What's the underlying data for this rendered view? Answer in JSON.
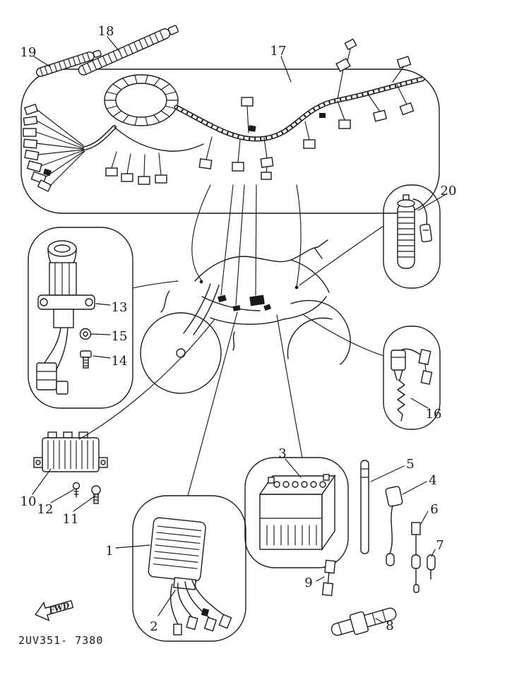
{
  "diagram": {
    "callouts": [
      "1",
      "2",
      "3",
      "4",
      "5",
      "6",
      "7",
      "8",
      "9",
      "10",
      "11",
      "12",
      "13",
      "14",
      "15",
      "16",
      "17",
      "18",
      "19",
      "20"
    ],
    "fwd_label": "FWD",
    "footer_code": "2UV351- 7380",
    "ink_color": "#1a1a1a",
    "paper_color": "#ffffff"
  }
}
